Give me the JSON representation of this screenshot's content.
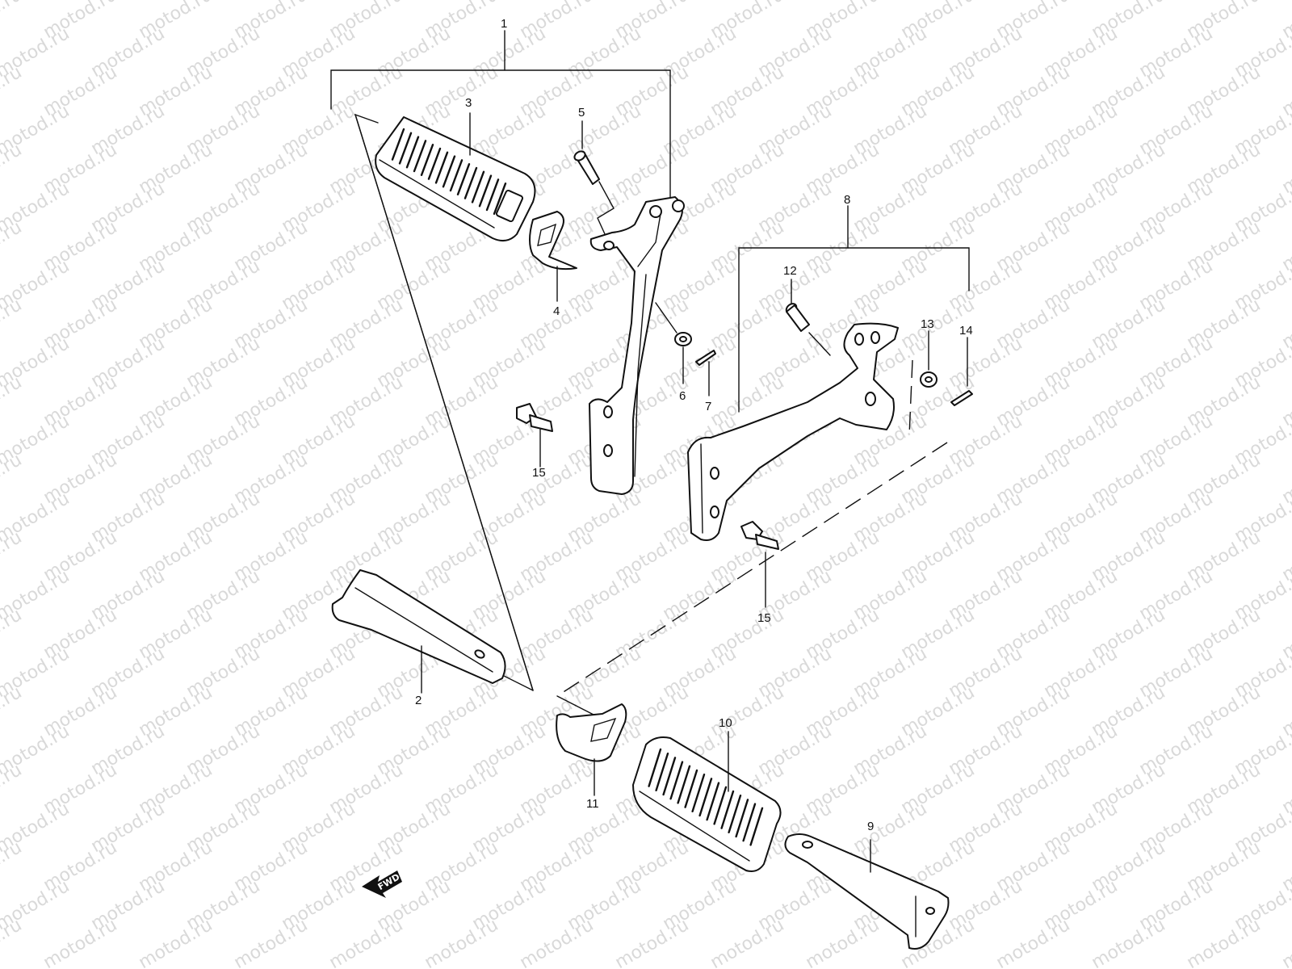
{
  "watermark": {
    "text": "motod.ru"
  },
  "callouts": {
    "c1": "1",
    "c2": "2",
    "c3": "3",
    "c4": "4",
    "c5": "5",
    "c6": "6",
    "c7": "7",
    "c8": "8",
    "c9": "9",
    "c10": "10",
    "c11": "11",
    "c12": "12",
    "c13": "13",
    "c14": "14",
    "c15a": "15",
    "c15b": "15"
  },
  "fwd_label": "FWD"
}
